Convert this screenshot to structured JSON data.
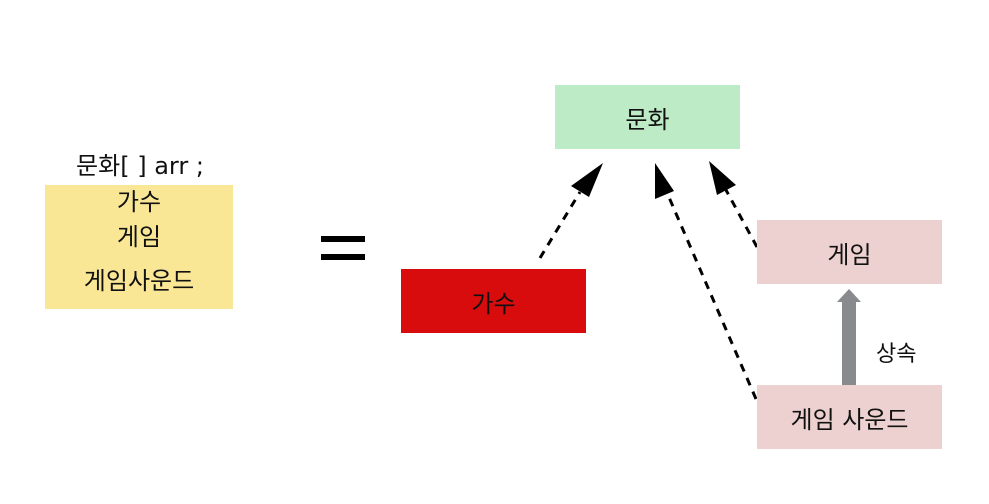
{
  "array": {
    "declaration": "문화[ ] arr ;",
    "items": [
      "가수",
      "게임",
      "게임사운드"
    ]
  },
  "equals": "=",
  "diagram": {
    "nodes": {
      "culture": "문화",
      "singer": "가수",
      "game": "게임",
      "game_sound": "게임 사운드"
    },
    "inheritance_label": "상속"
  },
  "colors": {
    "array_box": "#fae796",
    "culture": "#bcebc5",
    "singer": "#d80c0c",
    "game": "#ecd1d0",
    "game_sound": "#ecd1d0",
    "inherit_arrow": "#888a8d",
    "dashed_arrow": "#000000"
  }
}
